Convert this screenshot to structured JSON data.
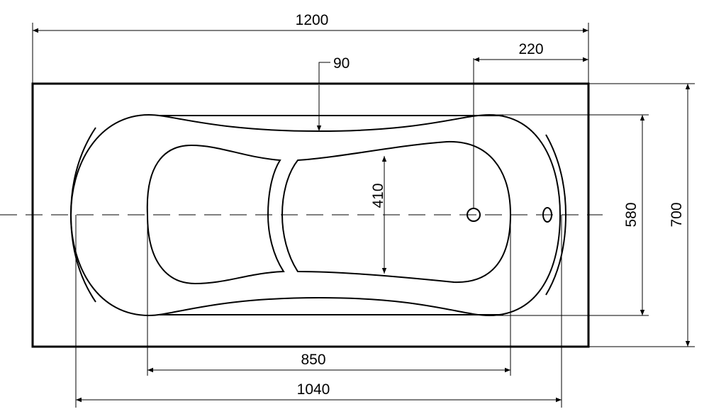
{
  "dimensions": {
    "overall_length": "1200",
    "drain_offset": "220",
    "rim_gap": "90",
    "inner_width": "410",
    "basin_width": "580",
    "overall_width": "700",
    "bottom_length": "850",
    "basin_length": "1040"
  }
}
